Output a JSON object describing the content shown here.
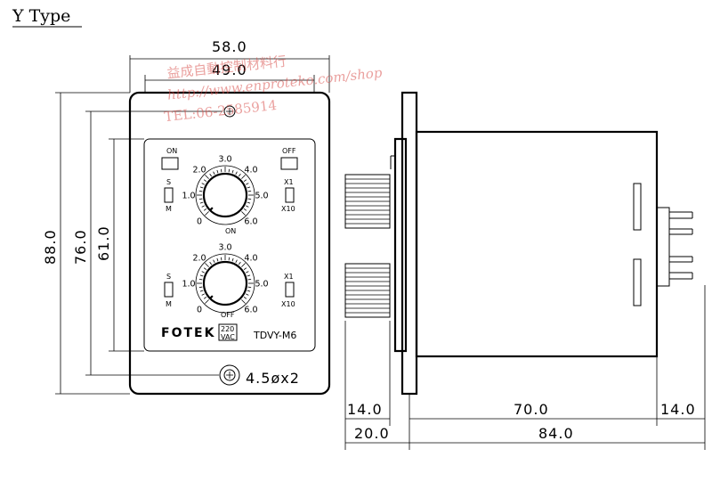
{
  "title": "Y  Type",
  "front": {
    "width_outer": "58.0",
    "width_inner": "49.0",
    "height_outer": "88.0",
    "height_mid": "76.0",
    "height_inner": "61.0",
    "hole": "4.5øx2",
    "on_label": "ON",
    "off_label": "OFF",
    "s_label": "S",
    "m_label": "M",
    "x1_label": "X1",
    "x10_label": "X10",
    "brand": "FOTEK",
    "voltage_top": "220",
    "voltage_bottom": "VAC",
    "model": "TDVY-M6",
    "dial_top_mark": "ON",
    "dial_bottom_mark": "OFF",
    "dial_scale": [
      "0",
      "1.0",
      "2.0",
      "3.0",
      "4.0",
      "5.0",
      "6.0"
    ]
  },
  "side": {
    "dim_a": "14.0",
    "dim_b": "70.0",
    "dim_c": "14.0",
    "dim_d": "20.0",
    "dim_e": "84.0"
  },
  "watermark": {
    "line1": "益成自動控制材料行",
    "line2": "http://www.enproteko.com/shop",
    "line3": "TEL:06-2585914"
  }
}
